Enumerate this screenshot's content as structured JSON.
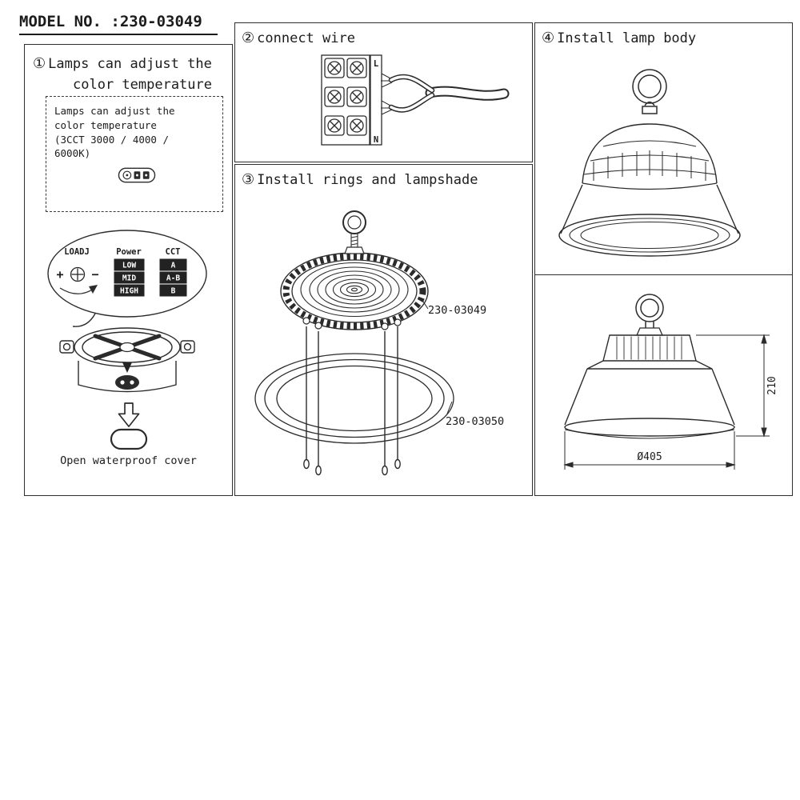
{
  "colors": {
    "line": "#2b2b2b",
    "background": "#ffffff"
  },
  "header": {
    "model_label": "MODEL NO. :230-03049"
  },
  "steps": {
    "step1": {
      "number": "①",
      "title_line1": "Lamps can adjust the",
      "title_line2": "color temperature",
      "note_lines": [
        "Lamps can adjust the",
        "color temperature",
        "(3CCT 3000 / 4000 /",
        "6000K)"
      ],
      "balloon": {
        "loadj_label": "LOADJ",
        "power_label": "Power",
        "cct_label": "CCT",
        "plus": "+",
        "minus": "−",
        "power_levels": [
          "LOW",
          "MID",
          "HIGH"
        ],
        "cct_options": [
          "A",
          "A-B",
          "B"
        ]
      },
      "caption": "Open waterproof cover"
    },
    "step2": {
      "number": "②",
      "title": "connect wire",
      "terminal_live": "L",
      "terminal_neutral": "N"
    },
    "step3": {
      "number": "③",
      "title": "Install rings and lampshade",
      "lamp_body_label": "230-03049",
      "lampshade_label": "230-03050"
    },
    "step4": {
      "number": "④",
      "title": "Install lamp body",
      "height_dim": "210",
      "diameter_dim": "Ø405"
    }
  }
}
